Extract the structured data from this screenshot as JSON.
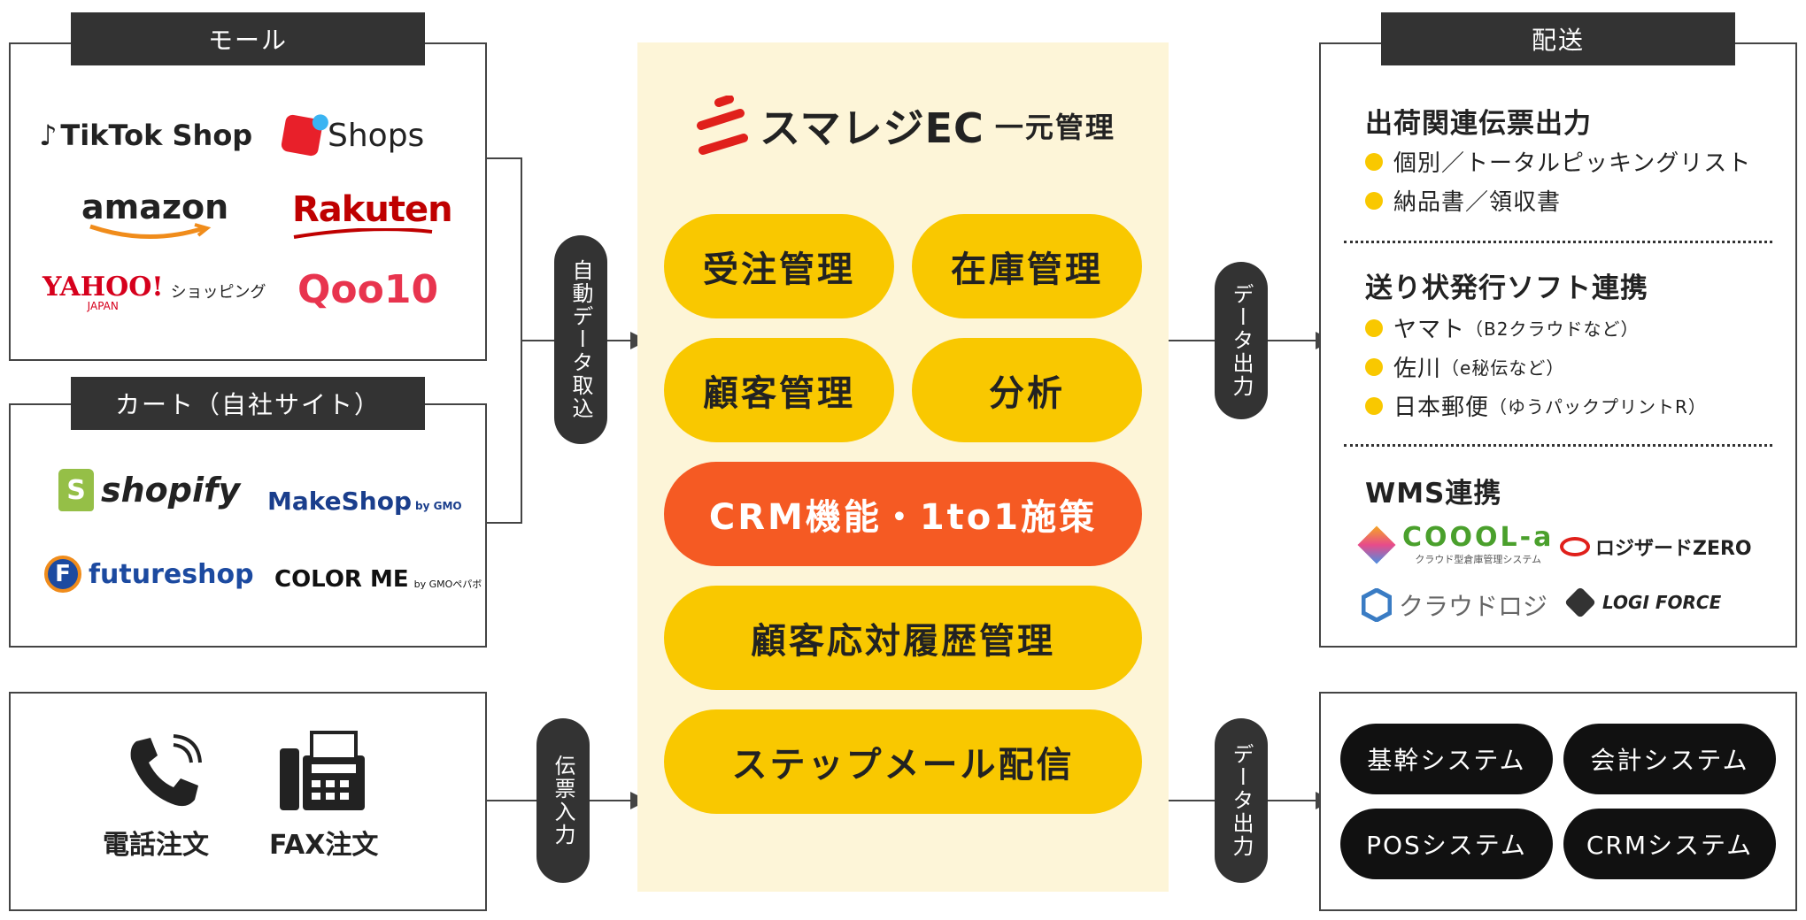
{
  "mall": {
    "title": "モール",
    "logos": [
      "TikTok Shop",
      "Shops",
      "amazon",
      "Rakuten",
      "YAHOO!",
      "JAPAN",
      "ショッピング",
      "Qoo10"
    ]
  },
  "cart": {
    "title": "カート（自社サイト）",
    "logos": [
      "shopify",
      "MakeShop",
      "by GMO",
      "futureshop",
      "COLOR ME",
      "by GMOペパボ"
    ]
  },
  "phone_fax": {
    "phone_label": "電話注文",
    "fax_label": "FAX注文"
  },
  "arrows": {
    "auto_import": "自動データ取込",
    "slip_input": "伝票入力",
    "data_output_1": "データ出力",
    "data_output_2": "データ出力"
  },
  "center": {
    "brand": "スマレジEC",
    "brand_suffix": "一元管理",
    "items": [
      "受注管理",
      "在庫管理",
      "顧客管理",
      "分析",
      "CRM機能・1to1施策",
      "顧客応対履歴管理",
      "ステップメール配信"
    ]
  },
  "delivery": {
    "title": "配送",
    "section1": {
      "heading": "出荷関連伝票出力",
      "items": [
        "個別／トータルピッキングリスト",
        "納品書／領収書"
      ]
    },
    "section2": {
      "heading": "送り状発行ソフト連携",
      "items": [
        {
          "main": "ヤマト",
          "sub": "（B2クラウドなど）"
        },
        {
          "main": "佐川",
          "sub": "（e秘伝など）"
        },
        {
          "main": "日本郵便",
          "sub": "（ゆうパックプリントR）"
        }
      ]
    },
    "section3": {
      "heading": "WMS連携",
      "logos": [
        "COOOL-a",
        "クラウド型倉庫管理システム",
        "ロジザードZERO",
        "クラウドロジ",
        "LOGI FORCE"
      ]
    }
  },
  "systems": [
    "基幹システム",
    "会計システム",
    "POSシステム",
    "CRMシステム"
  ],
  "colors": {
    "yellow": "#f9c800",
    "orange": "#f55a23",
    "dark": "#333333",
    "cream": "#fdf5d8",
    "red": "#e0201b"
  }
}
